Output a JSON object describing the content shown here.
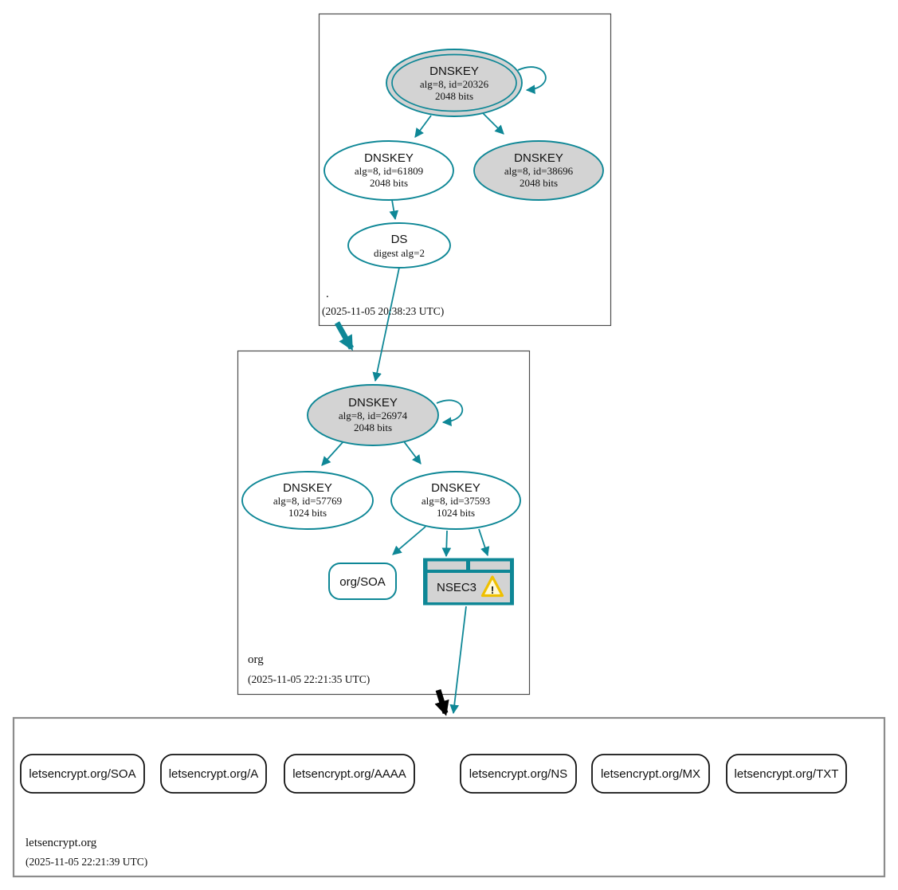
{
  "diagram": {
    "kind": "dnssec-authentication-chain-graph",
    "colors": {
      "secure_edge_teal": "#0e8796",
      "node_fill_gray": "#d3d3d3",
      "node_fill_white": "#ffffff",
      "insecure_edge_black": "#000000",
      "warning_fill": "#ffdf5e",
      "warning_border": "#e0a800",
      "zone_border": "#4d4d4d",
      "target_zone_border": "#8c8c8c"
    }
  },
  "zones": {
    "root": {
      "name": ".",
      "timestamp": "(2025-11-05 20:38:23 UTC)",
      "ksk": {
        "title": "DNSKEY",
        "alg": "alg=8, id=20326",
        "bits": "2048 bits"
      },
      "zsk": {
        "title": "DNSKEY",
        "alg": "alg=8, id=61809",
        "bits": "2048 bits"
      },
      "key3": {
        "title": "DNSKEY",
        "alg": "alg=8, id=38696",
        "bits": "2048 bits"
      },
      "ds": {
        "title": "DS",
        "digest": "digest alg=2"
      }
    },
    "org": {
      "name": "org",
      "timestamp": "(2025-11-05 22:21:35 UTC)",
      "ksk": {
        "title": "DNSKEY",
        "alg": "alg=8, id=26974",
        "bits": "2048 bits"
      },
      "zsk1": {
        "title": "DNSKEY",
        "alg": "alg=8, id=57769",
        "bits": "1024 bits"
      },
      "zsk2": {
        "title": "DNSKEY",
        "alg": "alg=8, id=37593",
        "bits": "1024 bits"
      },
      "soa_rrset": {
        "label": "org/SOA"
      },
      "nsec3": {
        "label": "NSEC3",
        "warning_icon": "warning-triangle-icon",
        "warning_mark": "!"
      }
    },
    "letsencrypt": {
      "name": "letsencrypt.org",
      "timestamp": "(2025-11-05 22:21:39 UTC)",
      "rrsets": [
        {
          "label": "letsencrypt.org/SOA"
        },
        {
          "label": "letsencrypt.org/A"
        },
        {
          "label": "letsencrypt.org/AAAA"
        },
        {
          "label": "letsencrypt.org/NS"
        },
        {
          "label": "letsencrypt.org/MX"
        },
        {
          "label": "letsencrypt.org/TXT"
        }
      ]
    }
  }
}
